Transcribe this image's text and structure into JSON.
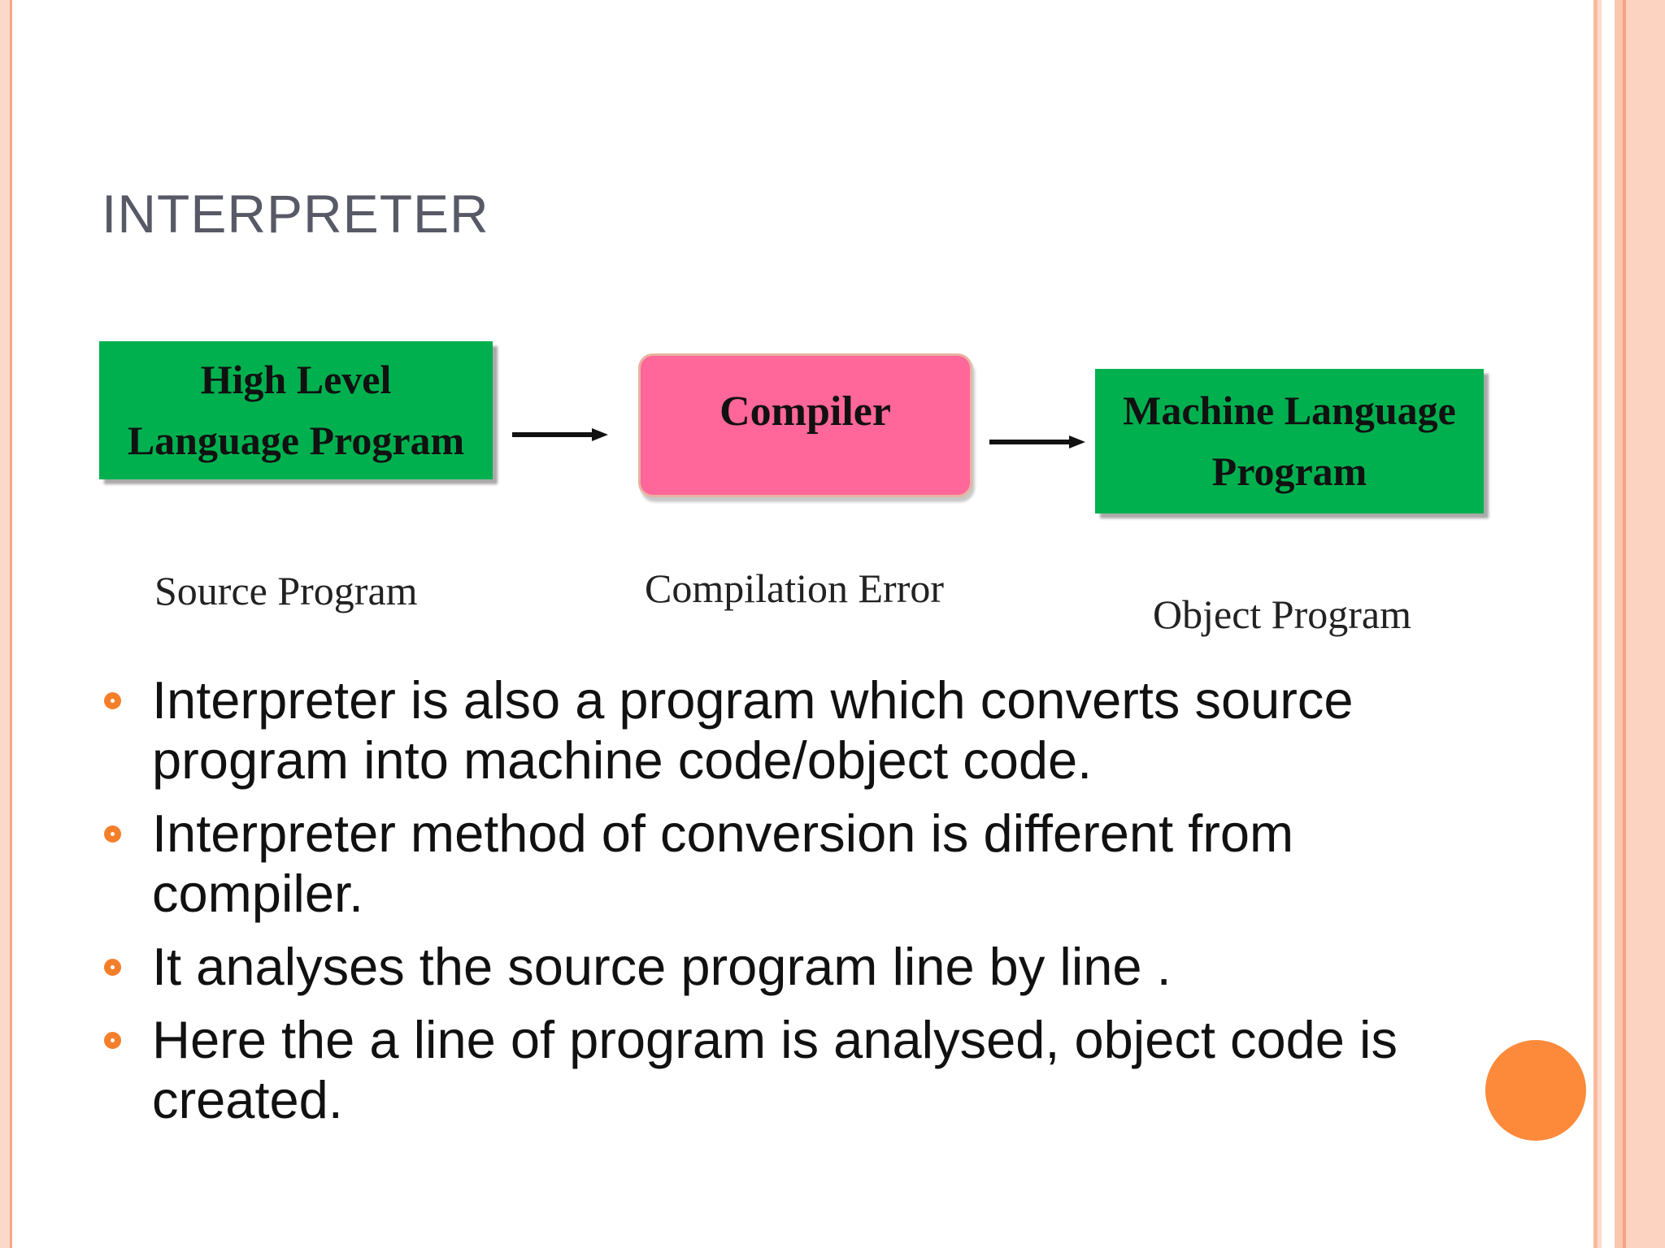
{
  "slide": {
    "title": "INTERPRETER"
  },
  "diagram": {
    "boxes": [
      {
        "line1": "High Level",
        "line2": "Language Program"
      },
      {
        "line1": "Compiler"
      },
      {
        "line1": "Machine Language",
        "line2": "Program"
      }
    ],
    "captions": [
      "Source Program",
      "Compilation Error",
      "Object Program"
    ],
    "colors": {
      "green_box": "#00b04f",
      "pink_box": "#ff6699"
    }
  },
  "bullets": [
    "Interpreter is also a program which converts source program into machine code/object code.",
    "Interpreter method of conversion is different from compiler.",
    "It analyses the source program line by line .",
    "Here the a line of program is analysed, object code is created."
  ],
  "theme": {
    "accent": "#f47f2b",
    "title_color": "#575a66"
  }
}
